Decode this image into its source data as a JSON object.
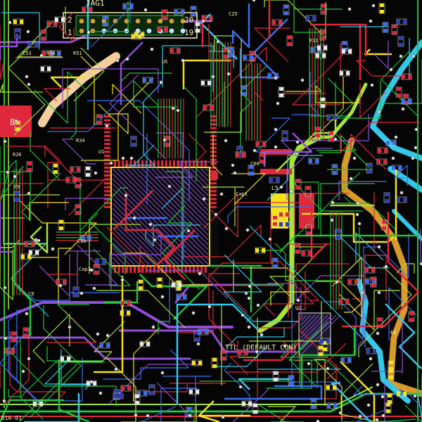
{
  "board": {
    "labels": {
      "header_ref": "JAG1",
      "header_pin_2": "2",
      "header_pin_1": "1",
      "header_pin_20": "20",
      "header_pin_19": "19",
      "big_pad": "8",
      "ttl_note": "TTL (DEFAULT CON)",
      "part_no": "016-01",
      "u1": "U1",
      "u2": "U2",
      "u5": "U5",
      "l5": "L5",
      "c25": "C25",
      "c53": "C53",
      "r51": "R51",
      "r54": "R54",
      "r34": "R34",
      "r26": "R26",
      "c9": "C9",
      "c10": "C10",
      "cap3": "Cap3",
      "cap1": "Cap1",
      "c60": "C60",
      "f11": "F11",
      "c8": "C8",
      "e8": "E8"
    },
    "colors": {
      "background": "#050505",
      "trace_red": "#e0283c",
      "trace_green": "#23c23a",
      "trace_lightgreen": "#a6e33c",
      "trace_blue": "#3d6df2",
      "trace_cyan": "#35c7e8",
      "trace_purple": "#8f4fd8",
      "trace_yellow": "#f5e11e",
      "trace_orange": "#d89a2b",
      "trace_peach": "#f4cf9e",
      "silkscreen": "#f2eeb0"
    }
  }
}
